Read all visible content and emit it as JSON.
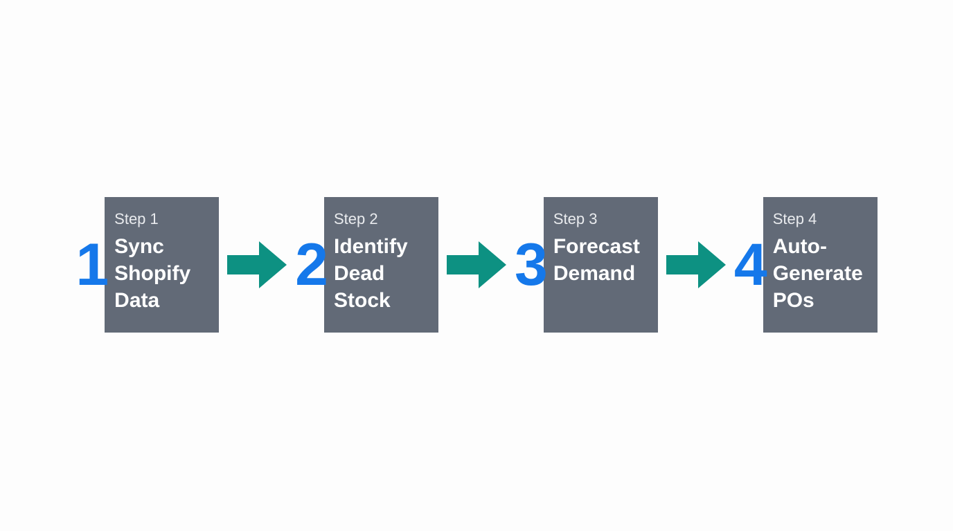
{
  "diagram": {
    "type": "process-flow",
    "orientation": "horizontal",
    "background_color": "#fdfdfd",
    "card_color": "#626a77",
    "number_color": "#1578ea",
    "arrow_color": "#0d9182",
    "label_color": "#e9ebee",
    "title_color": "#ffffff",
    "steps": [
      {
        "number": "1",
        "label": "Step 1",
        "title": "Sync\nShopify\nData"
      },
      {
        "number": "2",
        "label": "Step 2",
        "title": "Identify\nDead\nStock"
      },
      {
        "number": "3",
        "label": "Step 3",
        "title": "Forecast\nDemand"
      },
      {
        "number": "4",
        "label": "Step 4",
        "title": "Auto-\nGenerate\nPOs"
      }
    ],
    "connectors": [
      {
        "icon": "arrow-right-icon",
        "from": "1",
        "to": "2"
      },
      {
        "icon": "arrow-right-icon",
        "from": "2",
        "to": "3"
      },
      {
        "icon": "arrow-right-icon",
        "from": "3",
        "to": "4"
      }
    ]
  }
}
